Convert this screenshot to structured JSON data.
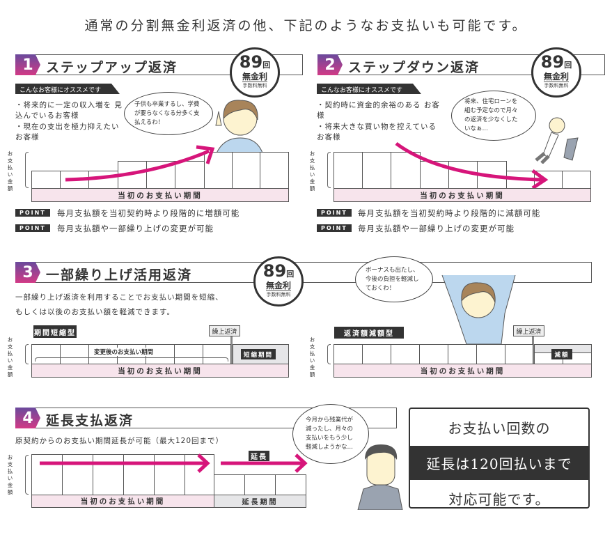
{
  "title": "通常の分割無金利返済の他、下記のようなお支払いも可能です。",
  "badge": {
    "count": "89",
    "unit": "回",
    "label": "無金利",
    "note": "手数料無料"
  },
  "axis_label": [
    "お",
    "支",
    "払",
    "い",
    "金",
    "額"
  ],
  "original_period": "当初のお支払い期間",
  "point_label": "POINT",
  "recommend": "こんなお客様にオススメです",
  "s1": {
    "num": "1",
    "title": "ステップアップ返済",
    "bullets": [
      "・将来的に一定の収入増を 見込んでいるお客様",
      "・現在の支出を極力抑えたい お客様"
    ],
    "bubble": "子供も卒業するし、学費が要らなくなる分多く支払えるわ！",
    "points": [
      "毎月支払額を当初契約時より段階的に増額可能",
      "毎月支払額や一部繰り上げの変更が可能"
    ]
  },
  "s2": {
    "num": "2",
    "title": "ステップダウン返済",
    "bullets": [
      "・契約時に資金的余裕のある お客様",
      "・将来大きな買い物を控えている お客様"
    ],
    "bubble": "将来、住宅ローンを組む予定なので月々の返済を少なくしたいなぁ…",
    "points": [
      "毎月支払額を当初契約時より段階的に減額可能",
      "毎月支払額や一部繰り上げの変更が可能"
    ]
  },
  "s3": {
    "num": "3",
    "title": "一部繰り上げ活用返済",
    "desc": [
      "一部繰り上げ返済を利用することでお支払い期間を短縮、",
      "もしくは以後のお支払い額を軽減できます。"
    ],
    "bubble": "ボーナスも出たし、今後の負担を軽減しておくわ！",
    "left_type": "期間短縮型",
    "right_type": "返済額減額型",
    "prepay": "繰上返済",
    "changed_period": "変更後のお支払い期間",
    "shortened": "短縮期間",
    "reduced": "減額"
  },
  "s4": {
    "num": "4",
    "title": "延長支払返済",
    "desc": "原契約からのお支払い期間延長が可能（最大120回まで）",
    "bubble": "今月から残業代が減ったし、月々の支払いをもう少し軽減しようかな…",
    "extend": "延長",
    "extend_period": "延長期間"
  },
  "box": {
    "line1": "お支払い回数の",
    "line2": "延長は120回払いまで",
    "line3": "対応可能です。"
  },
  "colors": {
    "accent": "#d6157a",
    "dark": "#333333",
    "pink_bg": "#f7e4ec"
  }
}
